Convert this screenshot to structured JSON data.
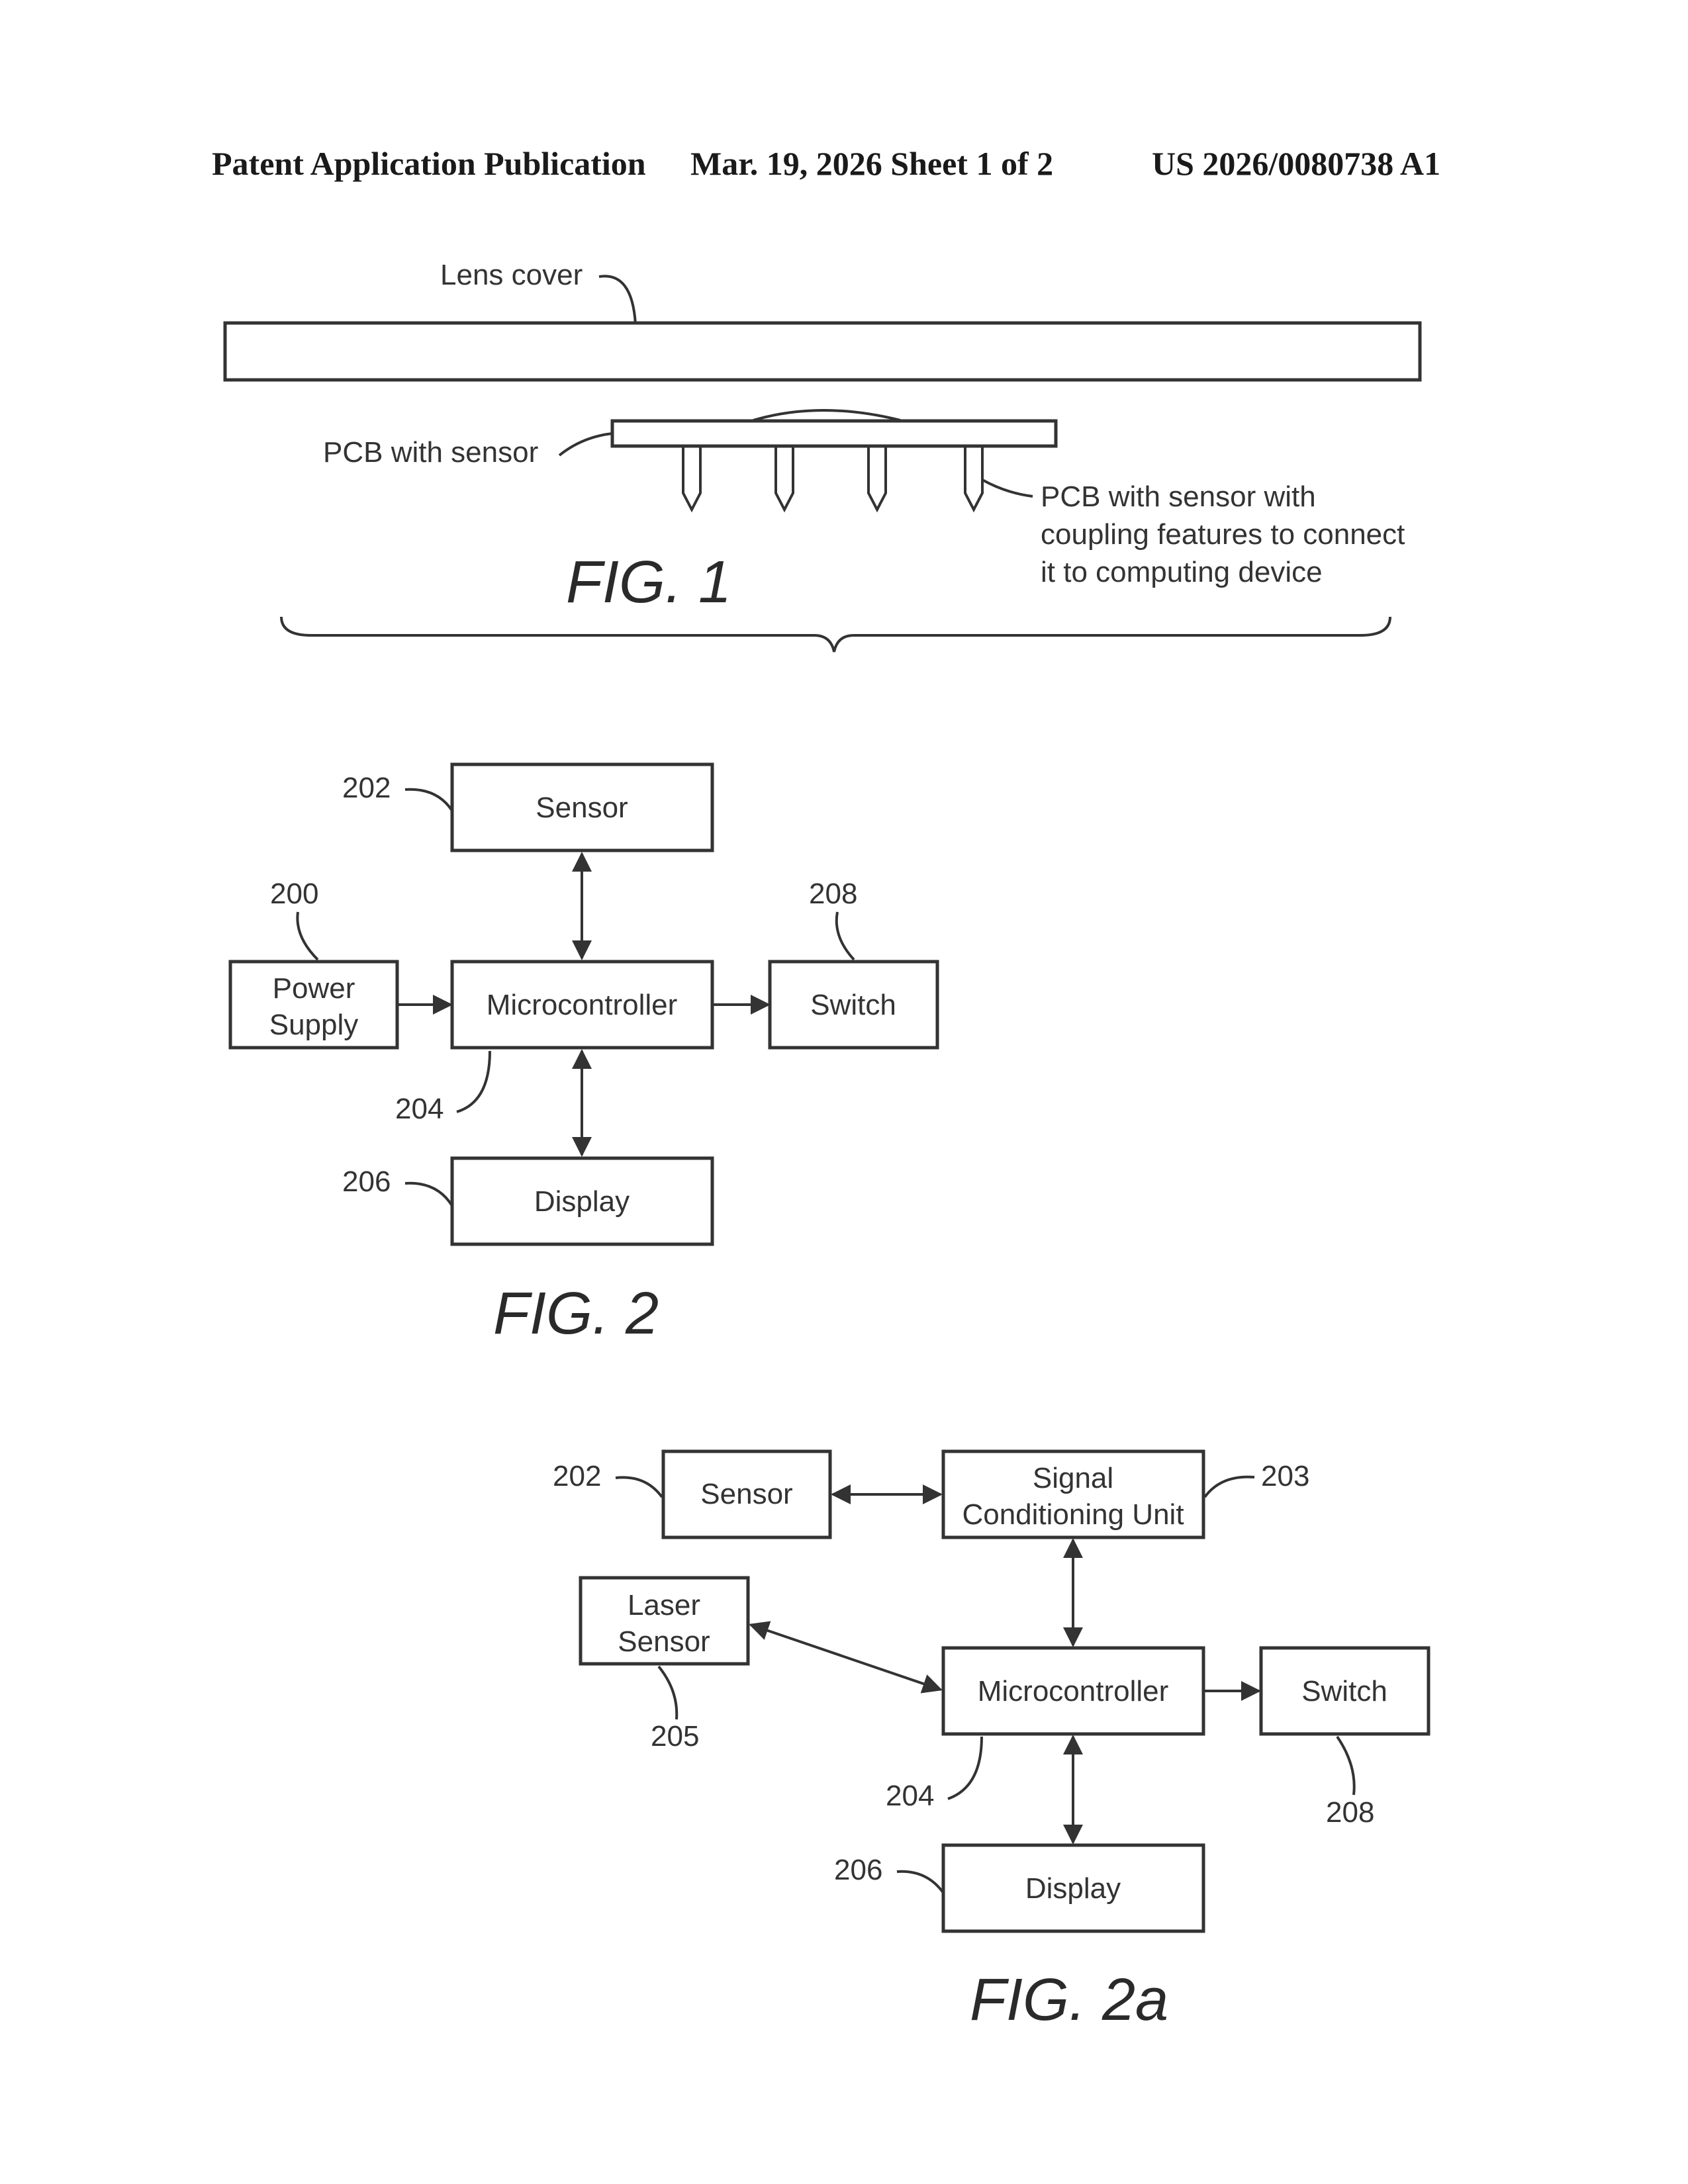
{
  "header": {
    "left": "Patent Application Publication",
    "middle": "Mar. 19, 2026  Sheet 1 of 2",
    "right": "US 2026/0080738 A1"
  },
  "fig1": {
    "lens_cover_label": "Lens cover",
    "pcb_label": "PCB with sensor",
    "pcb_coupling_label": [
      "PCB with sensor with",
      "coupling features to connect",
      "it to computing device"
    ],
    "caption": "FIG. 1"
  },
  "fig2": {
    "sensor": "Sensor",
    "sensor_ref": "202",
    "power_supply": [
      "Power",
      "Supply"
    ],
    "power_supply_ref": "200",
    "microcontroller": "Microcontroller",
    "microcontroller_ref": "204",
    "switch": "Switch",
    "switch_ref": "208",
    "display": "Display",
    "display_ref": "206",
    "caption": "FIG. 2"
  },
  "fig2a": {
    "sensor": "Sensor",
    "sensor_ref": "202",
    "signal_conditioning": [
      "Signal",
      "Conditioning Unit"
    ],
    "signal_conditioning_ref": "203",
    "laser_sensor": [
      "Laser",
      "Sensor"
    ],
    "laser_sensor_ref": "205",
    "microcontroller": "Microcontroller",
    "microcontroller_ref": "204",
    "switch": "Switch",
    "switch_ref": "208",
    "display": "Display",
    "display_ref": "206",
    "caption": "FIG. 2a"
  }
}
